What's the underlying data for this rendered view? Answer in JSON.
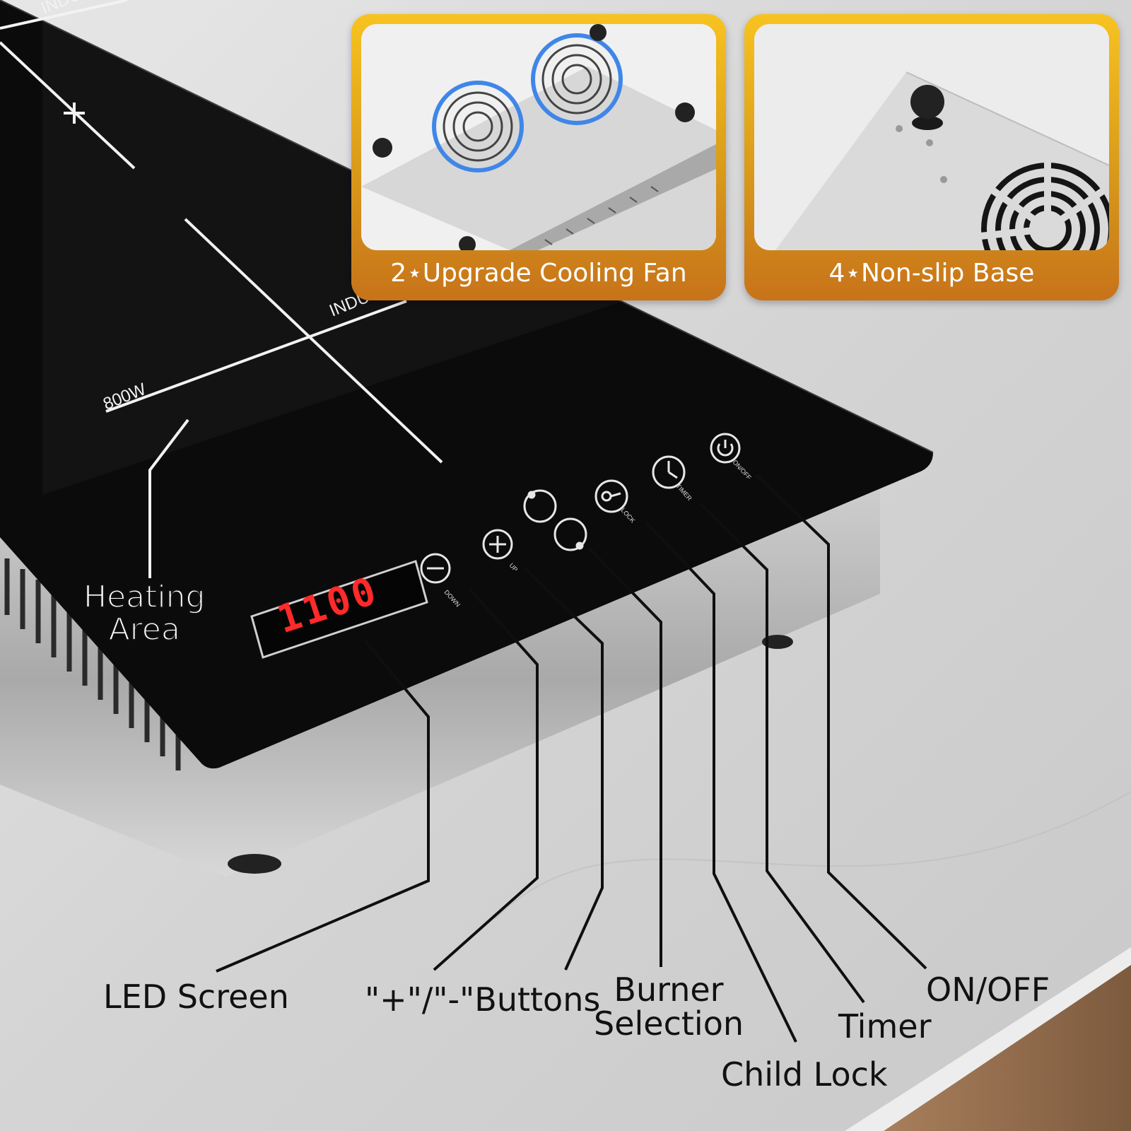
{
  "cooktop": {
    "wattage_marking": "800W",
    "brand_marking": "INDUCTION",
    "led_display_value": "1100",
    "buttons": {
      "down": "DOWN",
      "up": "UP",
      "lock": "LOCK",
      "timer": "TIMER",
      "onoff": "ON/OFF"
    }
  },
  "callouts": {
    "heating_area": "Heating\nArea",
    "led_screen": "LED Screen",
    "plus_minus": "\"+\"/\"-\"Buttons",
    "burner_selection": "Burner\nSelection",
    "child_lock": "Child Lock",
    "timer": "Timer",
    "onoff": "ON/OFF"
  },
  "feature_cards": [
    {
      "caption": "2⋆Upgrade Cooling Fan"
    },
    {
      "caption": "4⋆Non-slip Base"
    }
  ],
  "colors": {
    "glass": "#0b0b0b",
    "led": "#ff2a2a",
    "card_gold": "#f2b51f",
    "fan_glow": "#3f86e8"
  }
}
